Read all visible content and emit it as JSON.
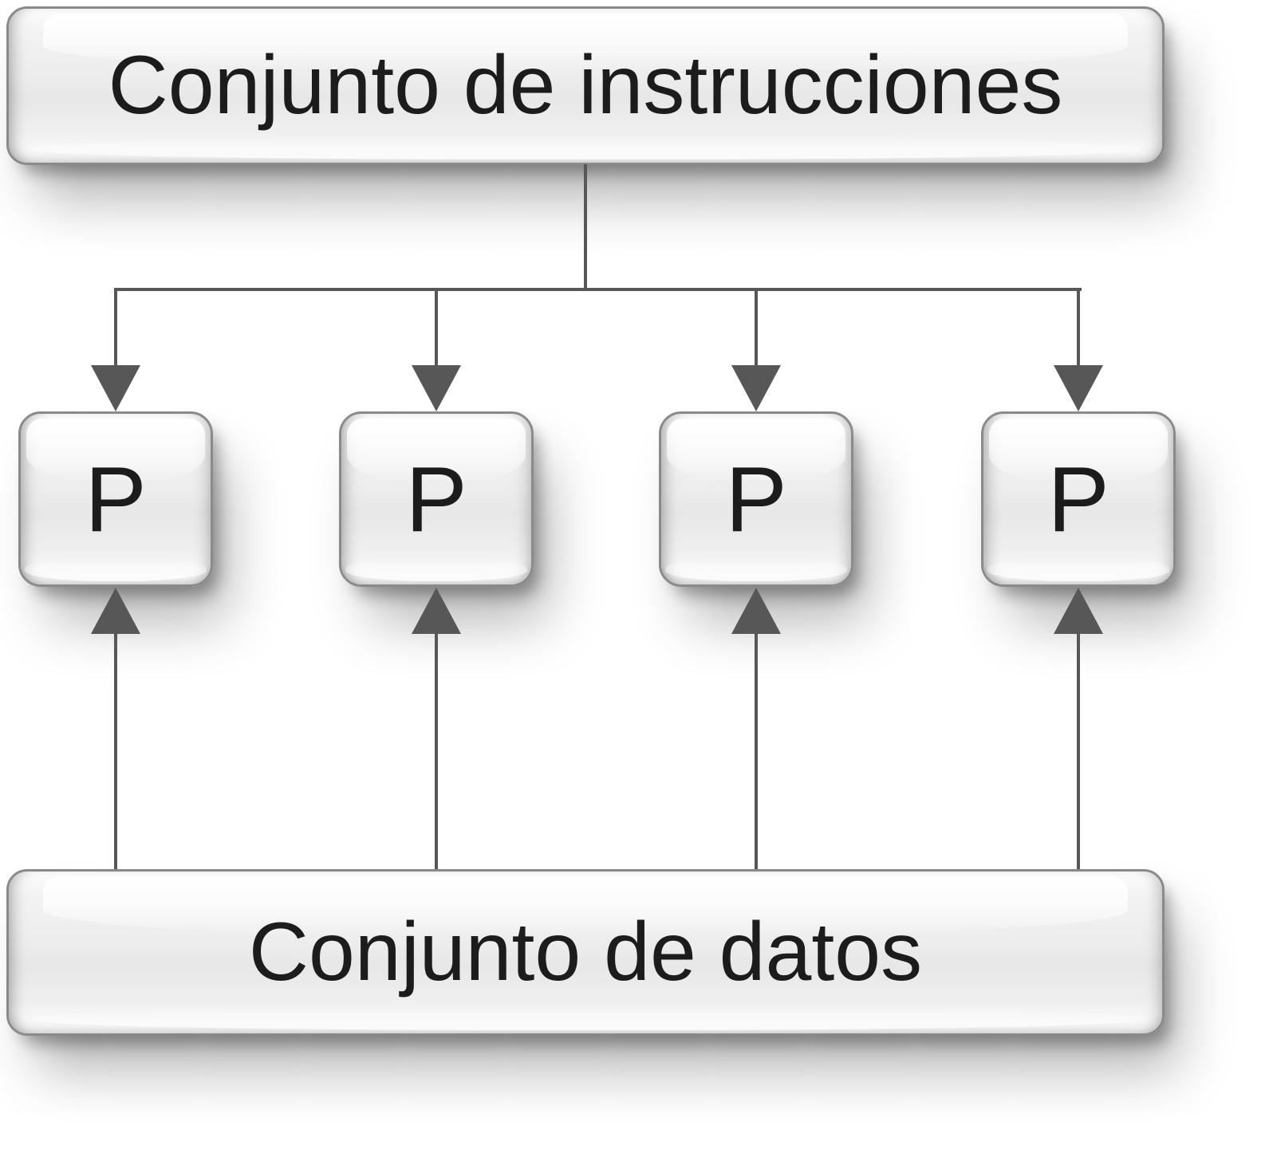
{
  "diagram": {
    "top_box": {
      "label": "Conjunto de instrucciones"
    },
    "bottom_box": {
      "label": "Conjunto de datos"
    },
    "processors": [
      {
        "label": "P"
      },
      {
        "label": "P"
      },
      {
        "label": "P"
      },
      {
        "label": "P"
      }
    ],
    "colors": {
      "line": "#575757",
      "box_border": "#8a8a8a",
      "box_face": "#ededed",
      "text": "#1c1c1c",
      "background": "#ffffff"
    }
  }
}
